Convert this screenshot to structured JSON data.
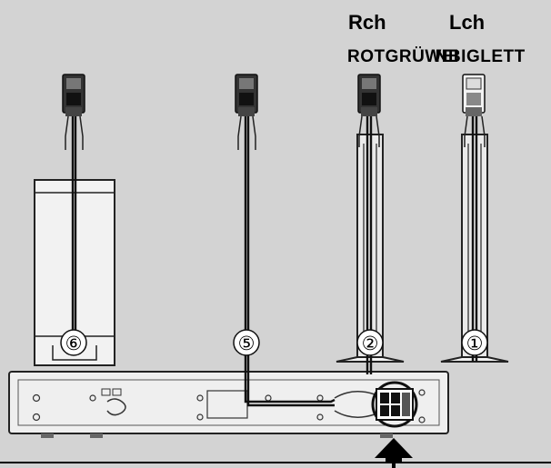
{
  "labels": {
    "right_channel": "Rch",
    "left_channel": "Lch",
    "color_a": "ROTGRÜ",
    "color_b": "WEI",
    "color_c": "NBIG",
    "color_d": "LETT"
  },
  "callouts": {
    "subwoofer": "⑥",
    "center": "⑤",
    "front_right": "②",
    "front_left": "①"
  }
}
